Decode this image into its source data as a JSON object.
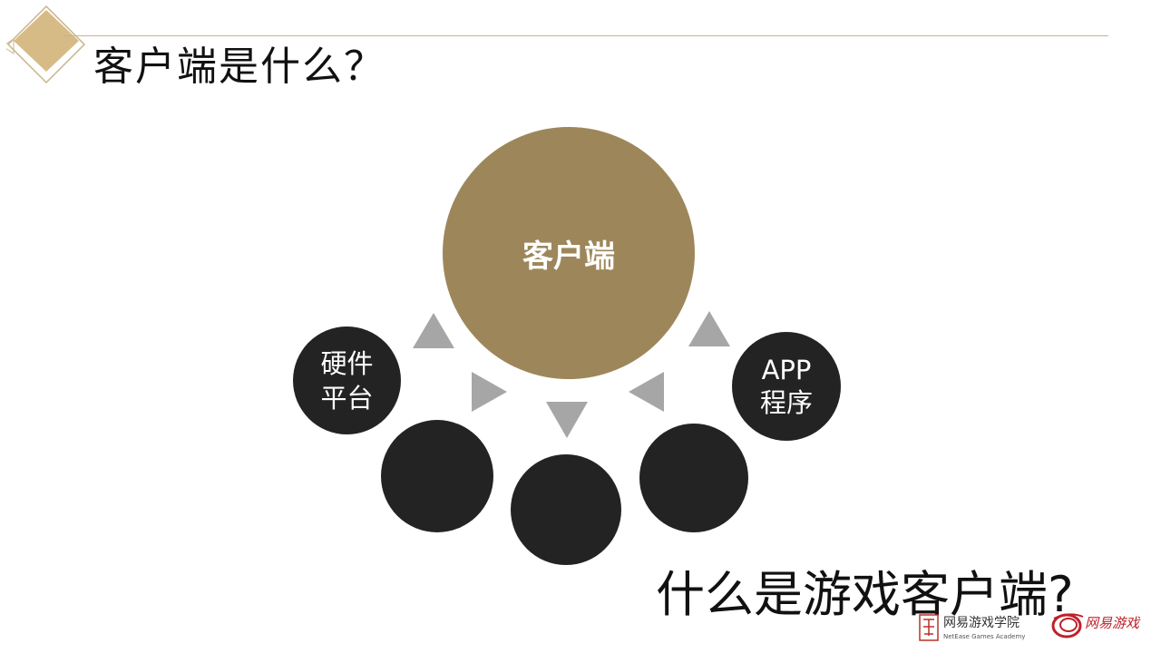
{
  "slide": {
    "title": "客户端是什么？",
    "bottom_question": "什么是游戏客户端?"
  },
  "diagram": {
    "center_label": "客户端",
    "left_label": "硬件\n平台",
    "right_label": "APP\n程序"
  },
  "logos": {
    "academy_cn": "网易游戏学院",
    "academy_en": "NetEase Games Academy",
    "netease_games": "网易游戏"
  },
  "colors": {
    "accent_gold": "#9d875a",
    "dark_circle": "#232323",
    "arrow_gray": "#a6a6a6",
    "brand_red": "#c0202a"
  },
  "icons": {
    "header": "diamond-icon",
    "academy": "seal-icon",
    "netease": "netease-logo-icon"
  }
}
